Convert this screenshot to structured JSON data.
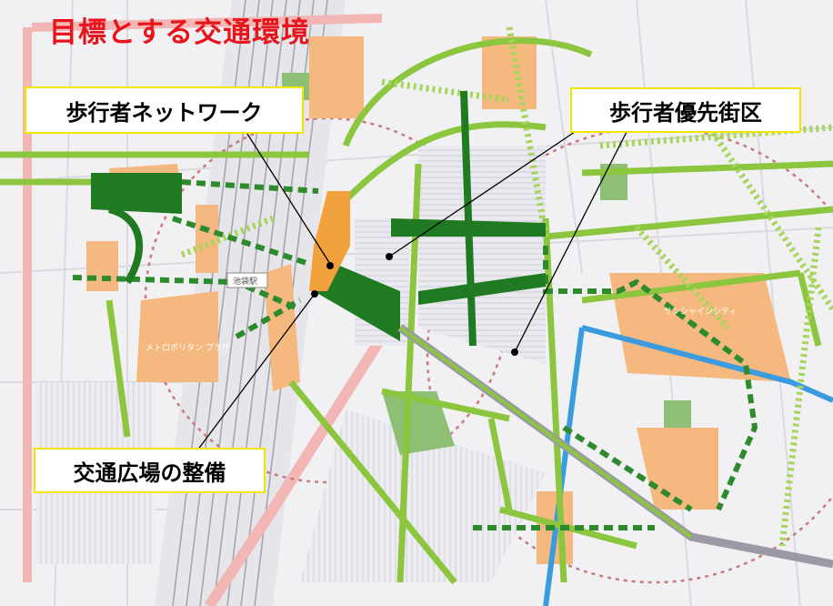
{
  "title": "目標とする交通環境",
  "callouts": {
    "pedestrian_network": "歩行者ネットワーク",
    "pedestrian_priority": "歩行者優先街区",
    "transport_plaza": "交通広場の整備"
  },
  "map_labels": {
    "station": "池袋駅",
    "building_left": "メトロポリタン プラザ",
    "building_right": "サンシャインシティ"
  },
  "colors": {
    "title": "#e8141b",
    "callout_border": "#f2e600",
    "dark_green": "#1f7a21",
    "light_green": "#8cc63f",
    "orange_building": "#f5b87e",
    "pink_ring": "#c97a7a",
    "water_blue": "#3a9be0"
  }
}
